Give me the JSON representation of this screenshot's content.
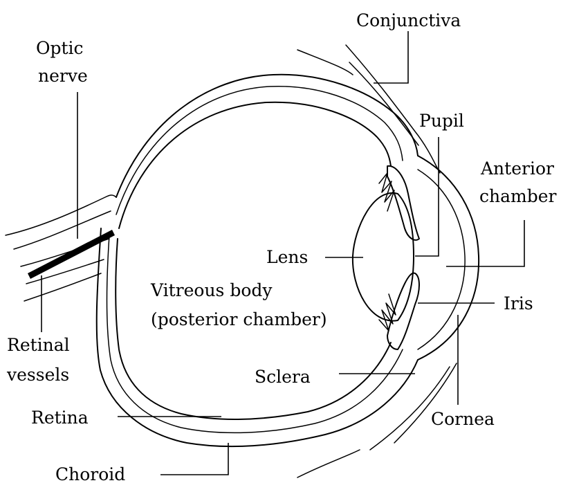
{
  "labels": {
    "conjunctiva": "Conjunctiva",
    "optic_nerve_line1": "Optic",
    "optic_nerve_line2": "nerve",
    "pupil": "Pupil",
    "anterior_chamber_line1": "Anterior",
    "anterior_chamber_line2": "chamber",
    "lens": "Lens",
    "iris": "Iris",
    "vitreous_body_line1": "Vitreous body",
    "vitreous_body_line2": "(posterior chamber)",
    "retinal_vessels_line1": "Retinal",
    "retinal_vessels_line2": "vessels",
    "sclera": "Sclera",
    "retina": "Retina",
    "cornea": "Cornea",
    "choroid": "Choroid"
  }
}
